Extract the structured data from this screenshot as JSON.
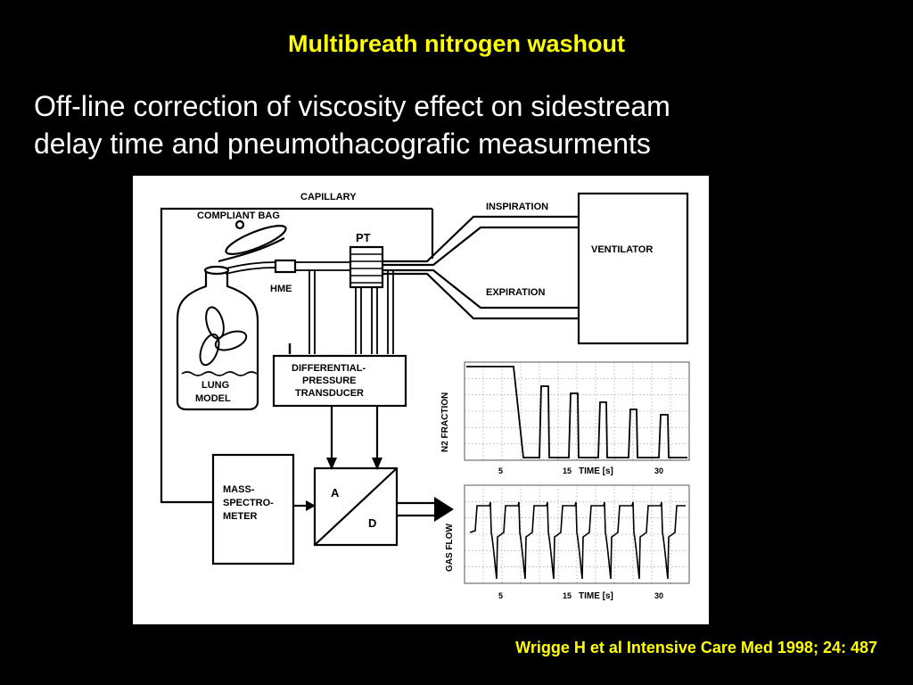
{
  "slide": {
    "title": "Multibreath nitrogen washout",
    "subtitle_lines": [
      "Off-line correction of viscosity effect on sidestream",
      "delay time and pneumothacografic measurments"
    ],
    "citation": "Wrigge H et al Intensive Care Med 1998; 24: 487"
  },
  "diagram": {
    "labels": {
      "capillary": "CAPILLARY",
      "compliant_bag": "COMPLIANT BAG",
      "hme": "HME",
      "pt": "PT",
      "inspiration": "INSPIRATION",
      "expiration": "EXPIRATION",
      "ventilator": "VENTILATOR",
      "lung_model_1": "LUNG",
      "lung_model_2": "MODEL",
      "dpt_1": "DIFFERENTIAL-",
      "dpt_2": "PRESSURE",
      "dpt_3": "TRANSDUCER",
      "ms_1": "MASS-",
      "ms_2": "SPECTRO-",
      "ms_3": "METER",
      "ad_a": "A",
      "ad_d": "D"
    },
    "plots": {
      "n2": {
        "ylabel": "N2 FRACTION",
        "xlabel": "TIME  [s]",
        "ticks": [
          "5",
          "15",
          "30"
        ]
      },
      "flow": {
        "ylabel": "GAS FLOW",
        "xlabel": "TIME  [s]",
        "ticks": [
          "5",
          "15",
          "30"
        ]
      }
    }
  }
}
